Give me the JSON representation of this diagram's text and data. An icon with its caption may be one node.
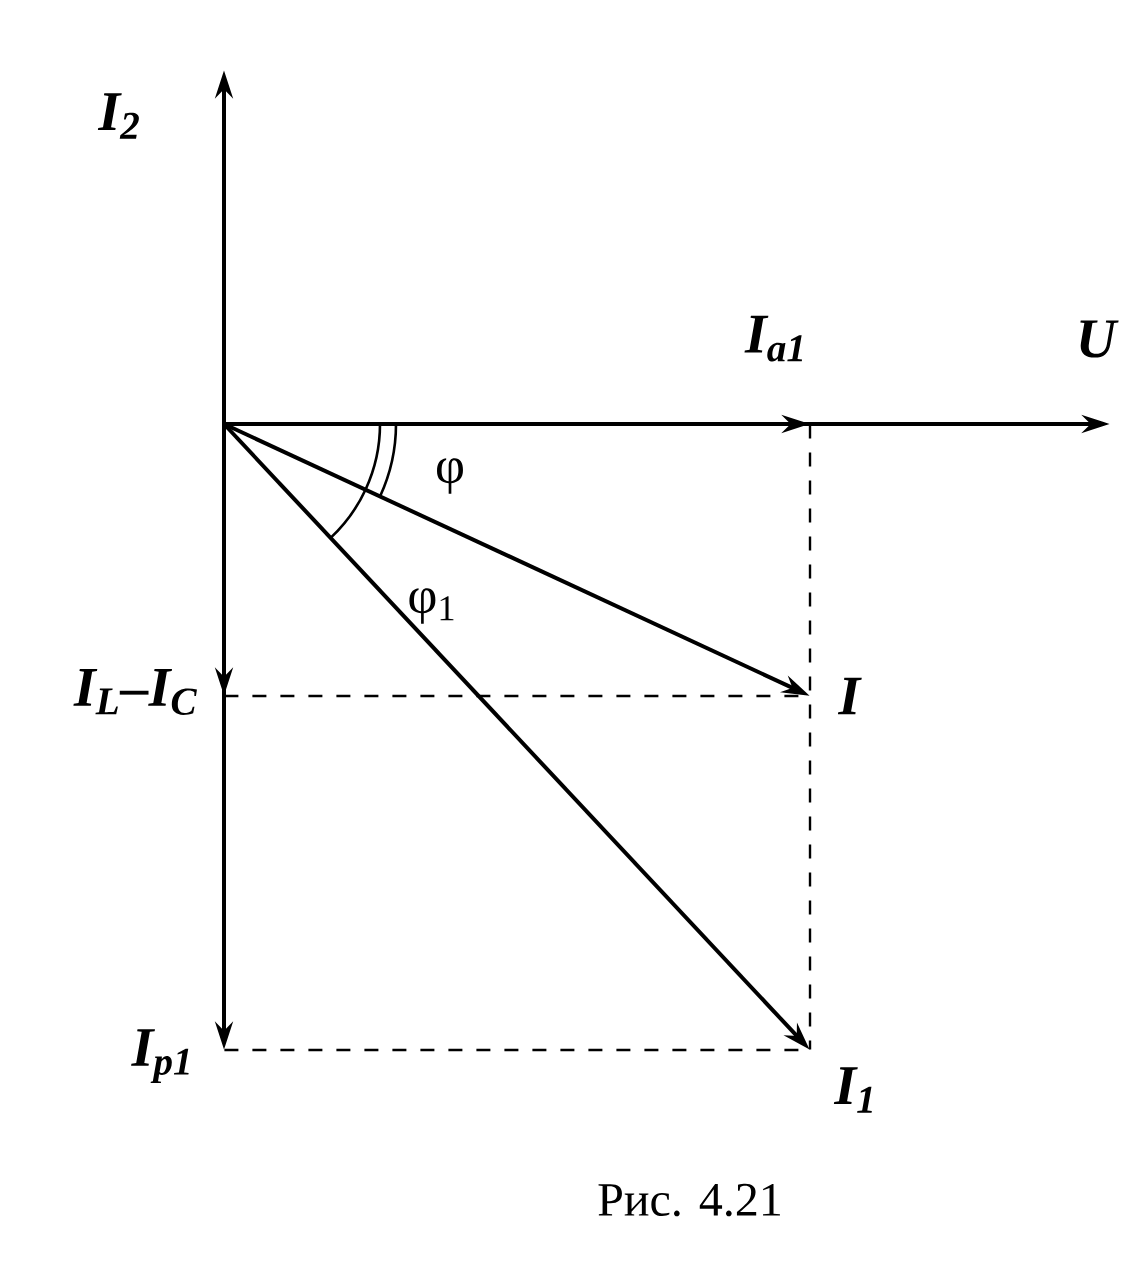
{
  "diagram": {
    "caption": "Рис. 4.21",
    "nodes": [
      {
        "text": [],
        "shape": "point",
        "beside": [
          "I$_{2}$"
        ]
      },
      {
        "text": [],
        "shape": "point",
        "beside": [
          "U"
        ]
      },
      {
        "text": [],
        "shape": "point",
        "beside": [
          "I$_{a1}$"
        ]
      },
      {
        "text": [],
        "shape": "point",
        "beside": [
          "I"
        ]
      },
      {
        "text": [],
        "shape": "point",
        "beside": [
          "I$_{1}$"
        ]
      },
      {
        "text": [],
        "shape": "point",
        "beside": [
          "I$_{L}$–I$_{C}$"
        ]
      },
      {
        "text": [],
        "shape": "point",
        "beside": [
          "I$_{p1}$"
        ]
      }
    ],
    "edges": [
      {
        "from": null,
        "to": 0,
        "arrow": "to"
      },
      {
        "from": null,
        "to": 1,
        "arrow": "to"
      },
      {
        "from": null,
        "to": 2,
        "arrow": "to"
      },
      {
        "from": null,
        "to": 3,
        "arrow": "to"
      },
      {
        "from": null,
        "to": 4,
        "arrow": "to"
      },
      {
        "from": null,
        "to": 5,
        "arrow": "to"
      },
      {
        "from": null,
        "to": 6,
        "arrow": "to"
      },
      {
        "from": 5,
        "to": 3,
        "arrow": "none",
        "style": "dashed"
      },
      {
        "from": 2,
        "to": 4,
        "arrow": "none",
        "style": "dashed"
      },
      {
        "from": 6,
        "to": 4,
        "arrow": "none",
        "style": "dashed"
      }
    ],
    "labels": [
      "φ",
      "φ$_{1}$"
    ]
  }
}
